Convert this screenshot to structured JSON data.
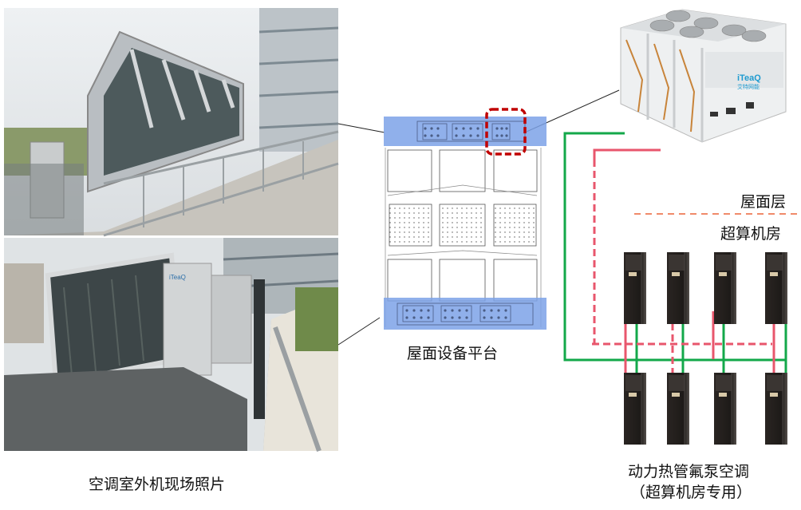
{
  "photos": {
    "caption": "空调室外机现场照片",
    "unit_brand": "iTeaQ"
  },
  "plan": {
    "caption": "屋面设备平台"
  },
  "system": {
    "roof_label": "屋面层",
    "room_label": "超算机房",
    "unit_brand": "iTeaQ",
    "unit_brand_cn": "艾特网能",
    "indoor_caption_line1": "动力热管氟泵空调",
    "indoor_caption_line2": "（超算机房专用）"
  },
  "colors": {
    "liquid_line": "#e8566c",
    "gas_line": "#13a84a",
    "floor_divider": "#f08a6a",
    "highlight_box": "#c00000",
    "plan_highlight": "#7da2e8"
  }
}
